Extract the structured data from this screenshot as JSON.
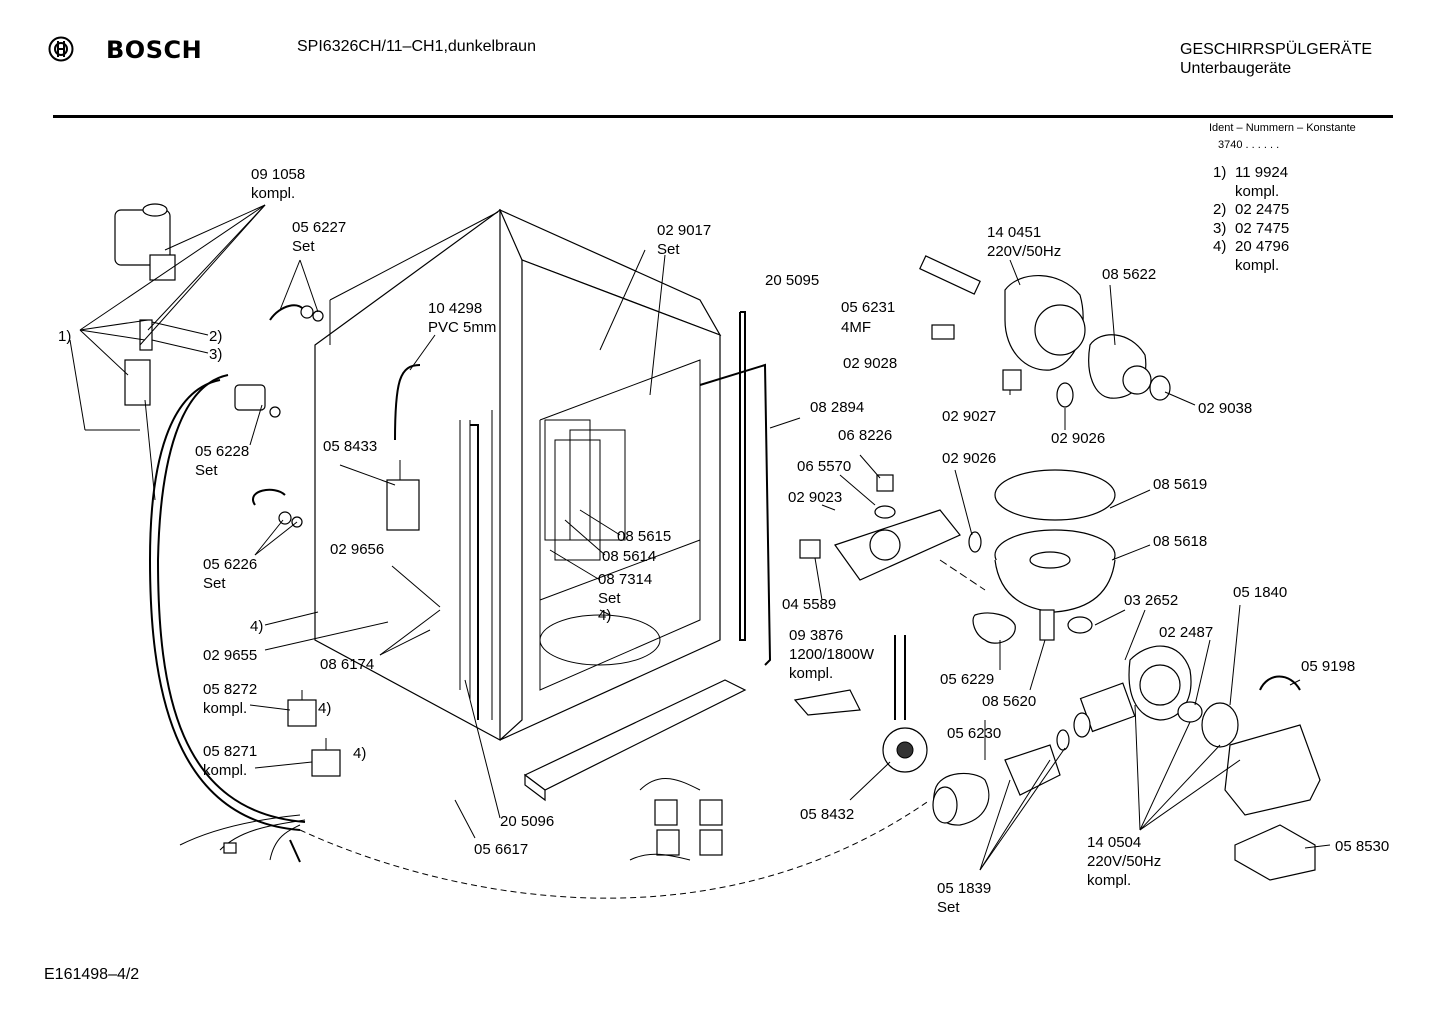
{
  "header": {
    "brand": "BOSCH",
    "model": "SPI6326CH/11–CH1,dunkelbraun",
    "category_line1": "GESCHIRRSPÜLGERÄTE",
    "category_line2": "Unterbaugeräte"
  },
  "ident": {
    "heading": "Ident – Nummern – Konstante",
    "constant": "3740 . .   . . . ."
  },
  "legend": [
    {
      "num": "1)",
      "part": "11 9924",
      "note": "kompl."
    },
    {
      "num": "2)",
      "part": "02 2475",
      "note": ""
    },
    {
      "num": "3)",
      "part": "02 7475",
      "note": ""
    },
    {
      "num": "4)",
      "part": "20 4796",
      "note": "kompl."
    }
  ],
  "labels": {
    "p091058": "09 1058",
    "p091058_sub": "kompl.",
    "p056227": "05 6227",
    "p056227_sub": "Set",
    "ref1": "1)",
    "ref2": "2)",
    "ref3": "3)",
    "p056228": "05 6228",
    "p056228_sub": "Set",
    "p104298": "10 4298",
    "p104298_sub": "PVC 5mm",
    "p058433": "05 8433",
    "p056226": "05 6226",
    "p056226_sub": "Set",
    "p029656": "02 9656",
    "ref4a": "4)",
    "p029655": "02 9655",
    "p086174": "08 6174",
    "p058272": "05 8272",
    "p058272_sub": "kompl.",
    "ref4b": "4)",
    "p058271": "05 8271",
    "p058271_sub": "kompl.",
    "ref4c": "4)",
    "p029017": "02 9017",
    "p029017_sub": "Set",
    "p205095": "20 5095",
    "p082894": "08 2894",
    "p085615": "08 5615",
    "p085614": "08 5614",
    "p087314": "08 7314",
    "p087314_sub": "Set",
    "ref4d": "4)",
    "p205096": "20 5096",
    "p056617": "05 6617",
    "p140451": "14 0451",
    "p140451_sub": "220V/50Hz",
    "p085622": "08 5622",
    "p056231": "05 6231",
    "p056231_sub": "4MF",
    "p029028": "02 9028",
    "p029027": "02 9027",
    "p029026a": "02 9026",
    "p029038": "02 9038",
    "p068226": "06 8226",
    "p065570": "06 5570",
    "p029023": "02 9023",
    "p029026b": "02 9026",
    "p085619": "08 5619",
    "p085618": "08 5618",
    "p045589": "04 5589",
    "p093876": "09 3876",
    "p093876_sub": "1200/1800W",
    "p093876_sub2": "kompl.",
    "p032652": "03 2652",
    "p051840": "05 1840",
    "p022487": "02 2487",
    "p059198": "05 9198",
    "p056229": "05 6229",
    "p085620": "08 5620",
    "p056230": "05 6230",
    "p058432": "05 8432",
    "p140504": "14 0504",
    "p140504_sub": "220V/50Hz",
    "p140504_sub2": "kompl.",
    "p058530": "05 8530",
    "p051839": "05 1839",
    "p051839_sub": "Set"
  },
  "footer": {
    "code": "E161498–4/2"
  }
}
